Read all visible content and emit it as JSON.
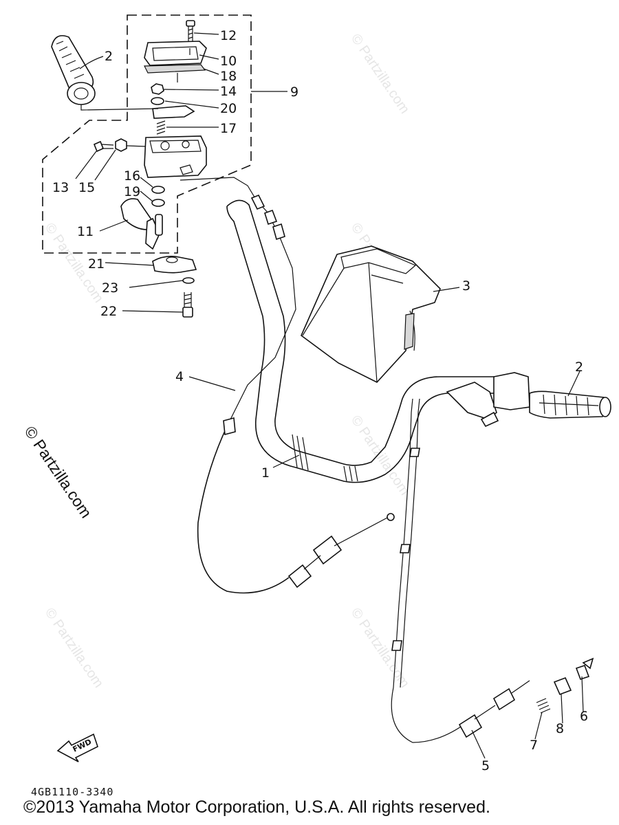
{
  "watermark": {
    "text": "© Partzilla.com"
  },
  "diagram": {
    "code": "4GB1110-3340",
    "copyright": "©2013 Yamaha Motor Corporation, U.S.A. All rights reserved.",
    "fwd_label": "FWD"
  },
  "callouts": {
    "c1": "1",
    "c2a": "2",
    "c2b": "2",
    "c3": "3",
    "c4": "4",
    "c5": "5",
    "c6": "6",
    "c7": "7",
    "c8": "8",
    "c9": "9",
    "c10": "10",
    "c11": "11",
    "c12": "12",
    "c13": "13",
    "c14": "14",
    "c15": "15",
    "c16": "16",
    "c17": "17",
    "c18": "18",
    "c19": "19",
    "c20": "20",
    "c21": "21",
    "c22": "22",
    "c23": "23"
  }
}
